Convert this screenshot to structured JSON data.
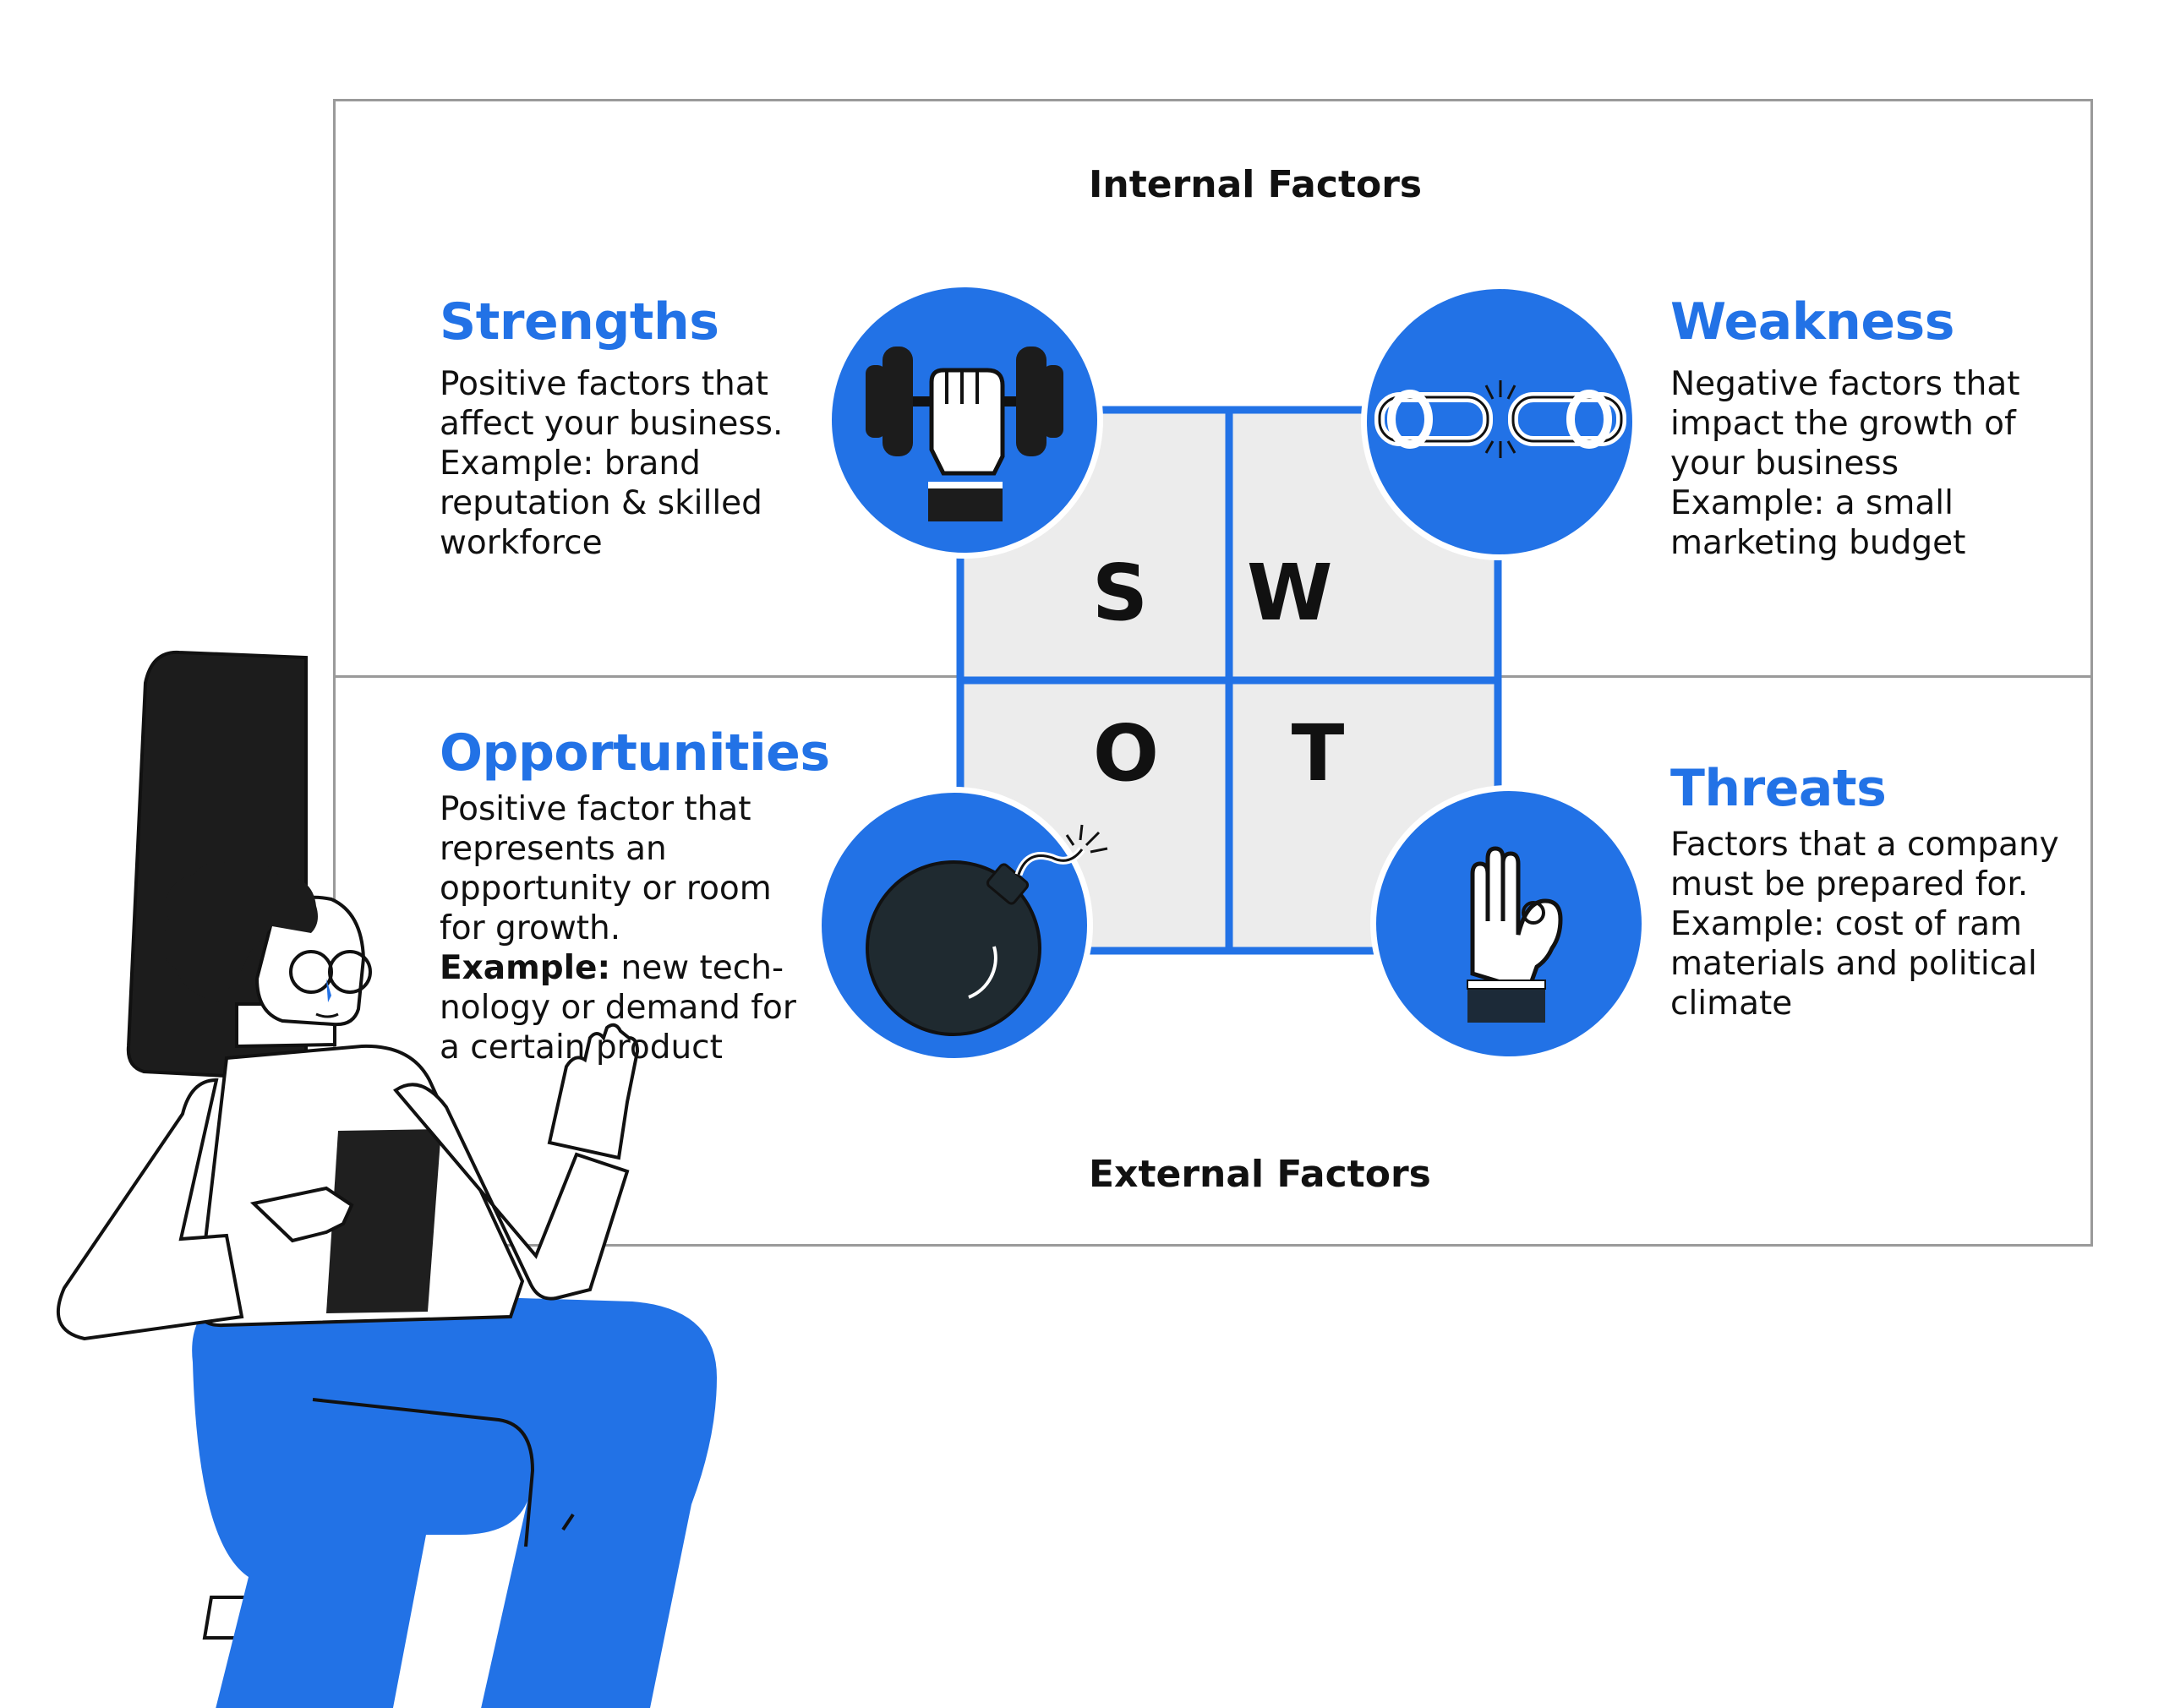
{
  "axes": {
    "internal": "Internal Factors",
    "external": "External Factors"
  },
  "quadrants": {
    "strengths": {
      "title": "Strengths",
      "body": "Positive factors that\naffect your business.\nExample: brand\nreputation & skilled\nworkforce",
      "icon": "dumbbell-fist-icon"
    },
    "weakness": {
      "title": "Weakness",
      "body": "Negative factors that\nimpact the growth of\nyour business\nExample: a small\nmarketing budget",
      "icon": "broken-chain-icon"
    },
    "opportunities": {
      "title": "Opportunities",
      "body_lead": "Positive factor that\nrepresents an\nopportunity or room\nfor growth.",
      "example_label": "Example:",
      "example_text": " new tech-\nnology or demand for\na certain product",
      "icon": "bomb-icon"
    },
    "threats": {
      "title": "Threats",
      "body": "Factors that a company\nmust be prepared for.\nExample: cost of ram\nmaterials and political\nclimate",
      "icon": "ok-hand-icon"
    }
  },
  "swot_letters": {
    "s": "S",
    "w": "W",
    "o": "O",
    "t": "T"
  },
  "colors": {
    "accent": "#2272e6",
    "grid_fill": "#ececec",
    "ink": "#111111",
    "board_border": "#9a9a9a"
  }
}
